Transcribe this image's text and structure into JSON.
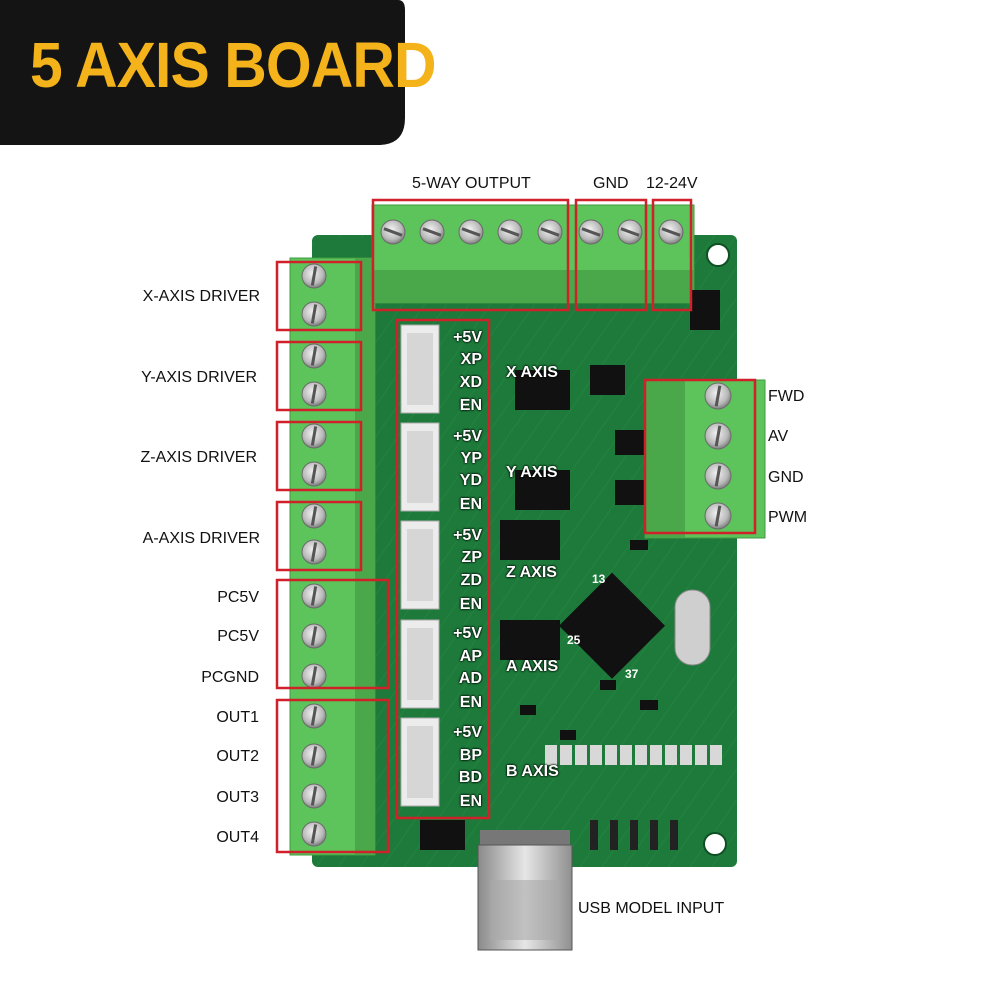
{
  "title": "5 AXIS BOARD",
  "colors": {
    "title_text": "#f4b21b",
    "banner": "#141414",
    "pcb": "#1d7a3a",
    "terminal": "#5cc45a",
    "highlight": "#d0202a"
  },
  "top_labels": {
    "output": "5-WAY OUTPUT",
    "gnd": "GND",
    "power": "12-24V"
  },
  "left_labels": {
    "x_driver": "X-AXIS DRIVER",
    "y_driver": "Y-AXIS DRIVER",
    "z_driver": "Z-AXIS DRIVER",
    "a_driver": "A-AXIS DRIVER",
    "pc5v_1": "PC5V",
    "pc5v_2": "PC5V",
    "pcgnd": "PCGND",
    "out1": "OUT1",
    "out2": "OUT2",
    "out3": "OUT3",
    "out4": "OUT4"
  },
  "right_labels": {
    "fwd": "FWD",
    "av": "AV",
    "gnd": "GND",
    "pwm": "PWM"
  },
  "usb_label": "USB MODEL INPUT",
  "axes": [
    {
      "name": "X AXIS",
      "pins": [
        "+5V",
        "XP",
        "XD",
        "EN"
      ]
    },
    {
      "name": "Y AXIS",
      "pins": [
        "+5V",
        "YP",
        "YD",
        "EN"
      ]
    },
    {
      "name": "Z AXIS",
      "pins": [
        "+5V",
        "ZP",
        "ZD",
        "EN"
      ]
    },
    {
      "name": "A AXIS",
      "pins": [
        "+5V",
        "AP",
        "AD",
        "EN"
      ]
    },
    {
      "name": "B AXIS",
      "pins": [
        "+5V",
        "BP",
        "BD",
        "EN"
      ]
    }
  ],
  "chip_pins": {
    "p13": "13",
    "p25": "25",
    "p37": "37"
  }
}
